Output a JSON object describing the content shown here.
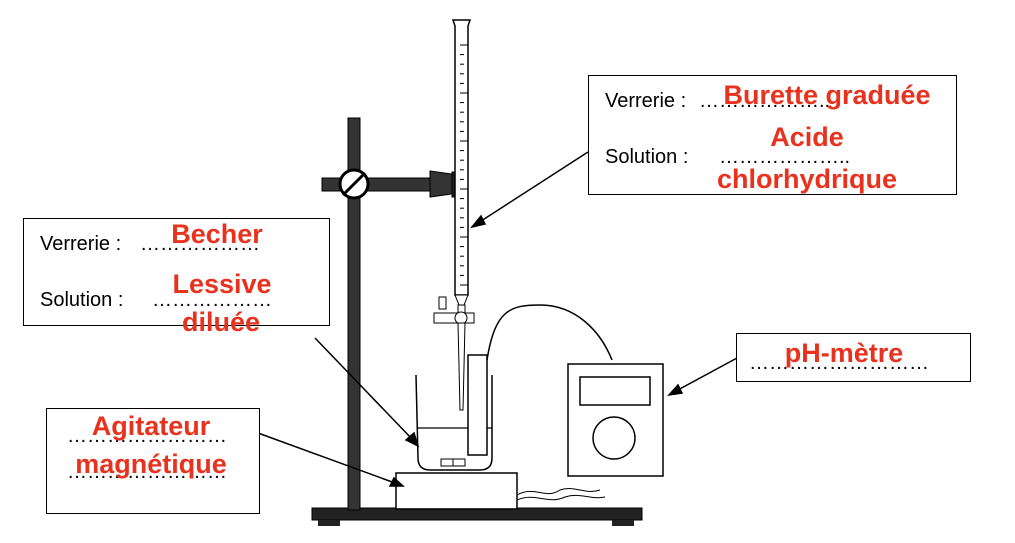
{
  "accent_color": "#e8321e",
  "burette_box": {
    "glass_label": "Verrerie :",
    "glass_answer": "Burette graduée",
    "solution_label": "Solution :",
    "solution_answer_line1": "Acide",
    "solution_answer_line2": "chlorhydrique",
    "dots": "……………….."
  },
  "becher_box": {
    "glass_label": "Verrerie :",
    "glass_answer": "Becher",
    "solution_label": "Solution :",
    "solution_answer_line1": "Lessive",
    "solution_answer_line2": "diluée",
    "dots": "………………"
  },
  "phmetre_box": {
    "answer": "pH-mètre",
    "dots": "………………………"
  },
  "agitateur_box": {
    "answer_line1": "Agitateur",
    "answer_line2": "magnétique",
    "dots": "……………………"
  }
}
